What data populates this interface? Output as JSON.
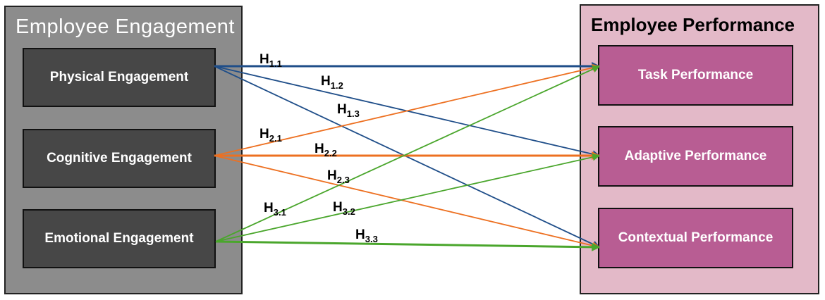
{
  "left_group": {
    "title": "Employee Engagement",
    "items": [
      "Physical Engagement",
      "Cognitive Engagement",
      "Emotional Engagement"
    ]
  },
  "right_group": {
    "title": "Employee Performance",
    "items": [
      "Task Performance",
      "Adaptive Performance",
      "Contextual Performance"
    ]
  },
  "hypotheses": [
    {
      "letter": "H",
      "sub": "1.1",
      "from": 0,
      "to": 0,
      "color": "#1f4e89",
      "emphasis": true
    },
    {
      "letter": "H",
      "sub": "1.2",
      "from": 0,
      "to": 1,
      "color": "#1f4e89",
      "emphasis": false
    },
    {
      "letter": "H",
      "sub": "1.3",
      "from": 0,
      "to": 2,
      "color": "#1f4e89",
      "emphasis": false
    },
    {
      "letter": "H",
      "sub": "2.1",
      "from": 1,
      "to": 0,
      "color": "#ed7021",
      "emphasis": false
    },
    {
      "letter": "H",
      "sub": "2.2",
      "from": 1,
      "to": 1,
      "color": "#ed7021",
      "emphasis": true
    },
    {
      "letter": "H",
      "sub": "2.3",
      "from": 1,
      "to": 2,
      "color": "#ed7021",
      "emphasis": false
    },
    {
      "letter": "H",
      "sub": "3.1",
      "from": 2,
      "to": 0,
      "color": "#4aa62c",
      "emphasis": false
    },
    {
      "letter": "H",
      "sub": "3.2",
      "from": 2,
      "to": 1,
      "color": "#4aa62c",
      "emphasis": false
    },
    {
      "letter": "H",
      "sub": "3.3",
      "from": 2,
      "to": 2,
      "color": "#4aa62c",
      "emphasis": true
    }
  ]
}
